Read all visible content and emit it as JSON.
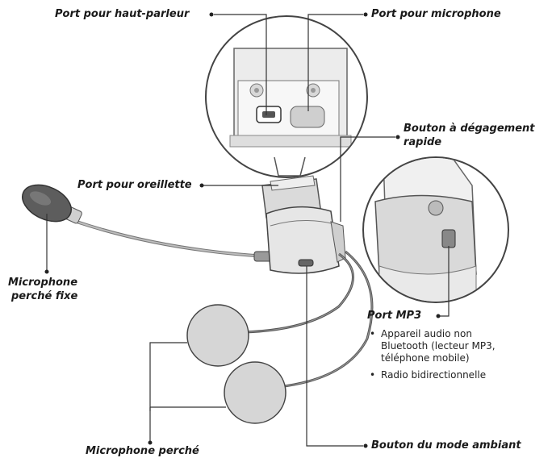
{
  "labels": {
    "speaker_port": "Port pour haut-parleur",
    "mic_port": "Port pour microphone",
    "quick_release_line1": "Bouton à dégagement",
    "quick_release_line2": "rapide",
    "earphone_port": "Port pour oreillette",
    "fixed_boom_mic_line1": "Microphone",
    "fixed_boom_mic_line2": "perché fixe",
    "mp3_port": "Port MP3",
    "boom_mic": "Microphone perché",
    "ambient_button": "Bouton du mode ambiant"
  },
  "mp3_notes": {
    "item1_line1": "Appareil audio non",
    "item1_line2": "Bluetooth (lecteur MP3,",
    "item1_line3": "téléphone mobile)",
    "item2": "Radio bidirectionnelle"
  }
}
